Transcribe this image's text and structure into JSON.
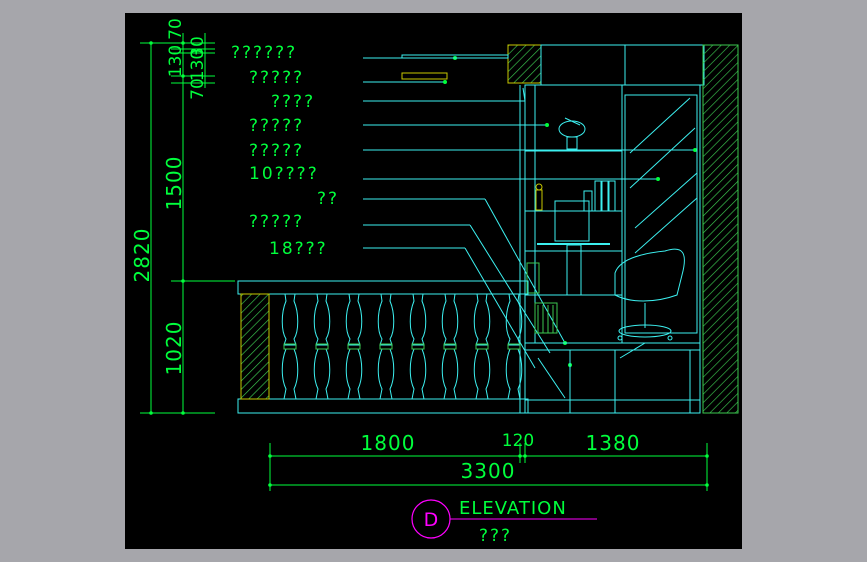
{
  "title": "ELEVATION",
  "subtitle": "???",
  "section_marker": "D",
  "colors": {
    "background": "#000000",
    "window_frame": "#a6a6ab",
    "dimension_green": "#00ff3c",
    "text_green": "#00ff3c",
    "drawing_cyan": "#3cf0f0",
    "marker_magenta": "#ff00ff",
    "wall_hatch": "#3cc850",
    "detail_yellow": "#c8c800"
  },
  "vertical_dimensions": {
    "overall": "2820",
    "upper": "1500",
    "lower": "1020",
    "top_small": [
      "130",
      "70",
      "70",
      "130",
      "30"
    ]
  },
  "horizontal_dimensions": {
    "left": "1800",
    "middle": "120",
    "right": "1380",
    "total": "3300"
  },
  "callouts": [
    "??????",
    "?????",
    "????",
    "?????",
    "?????",
    "10????",
    "??",
    "?????",
    "18???"
  ],
  "icons": [
    "section-marker-icon",
    "balustrade",
    "desk-chair",
    "bookshelf",
    "wall-hatch"
  ]
}
